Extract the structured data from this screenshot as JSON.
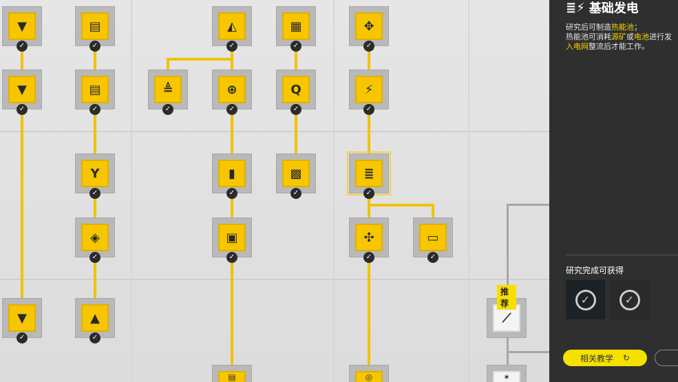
{
  "panel": {
    "title": "基础发电",
    "title_icon": "power-generation-icon",
    "desc": {
      "l1a": "研究后可制造",
      "l1b": "热能池",
      "l1c": "；",
      "l2a": "热能池可消耗",
      "l2b": "源矿",
      "l2c": "或",
      "l2d": "电池",
      "l2e": "进行发",
      "l3a": "入电网",
      "l3b": "整流后才能工作。"
    },
    "rewards_title": "研究完成可获得",
    "tutorial_button": "相关教学",
    "tutorial_icon": "tutorial-link-icon"
  },
  "tree": {
    "recommend_badge": "推荐",
    "node_status": "completed"
  },
  "colors": {
    "accent": "#f7c600",
    "panel_bg": "#2f2f2f"
  }
}
